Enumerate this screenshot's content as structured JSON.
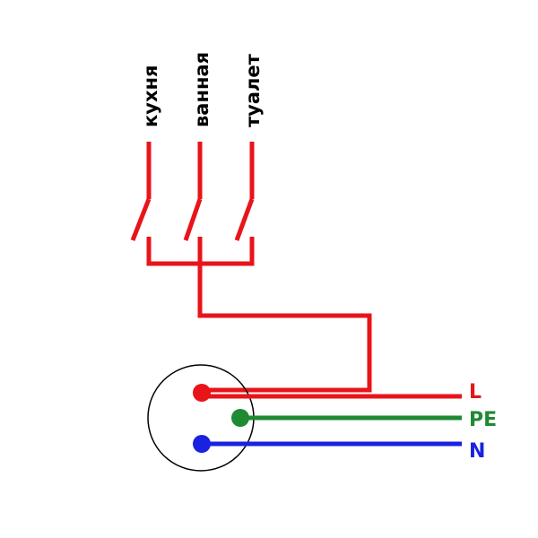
{
  "colors": {
    "phase": "#e8141a",
    "ground": "#1e8a32",
    "neutral": "#1a22e0",
    "outline": "#000000",
    "background": "#ffffff"
  },
  "switches": [
    {
      "label": "кухня"
    },
    {
      "label": "ванная"
    },
    {
      "label": "туалет"
    }
  ],
  "wires": {
    "phase_label": "L",
    "ground_label": "PE",
    "neutral_label": "N"
  }
}
